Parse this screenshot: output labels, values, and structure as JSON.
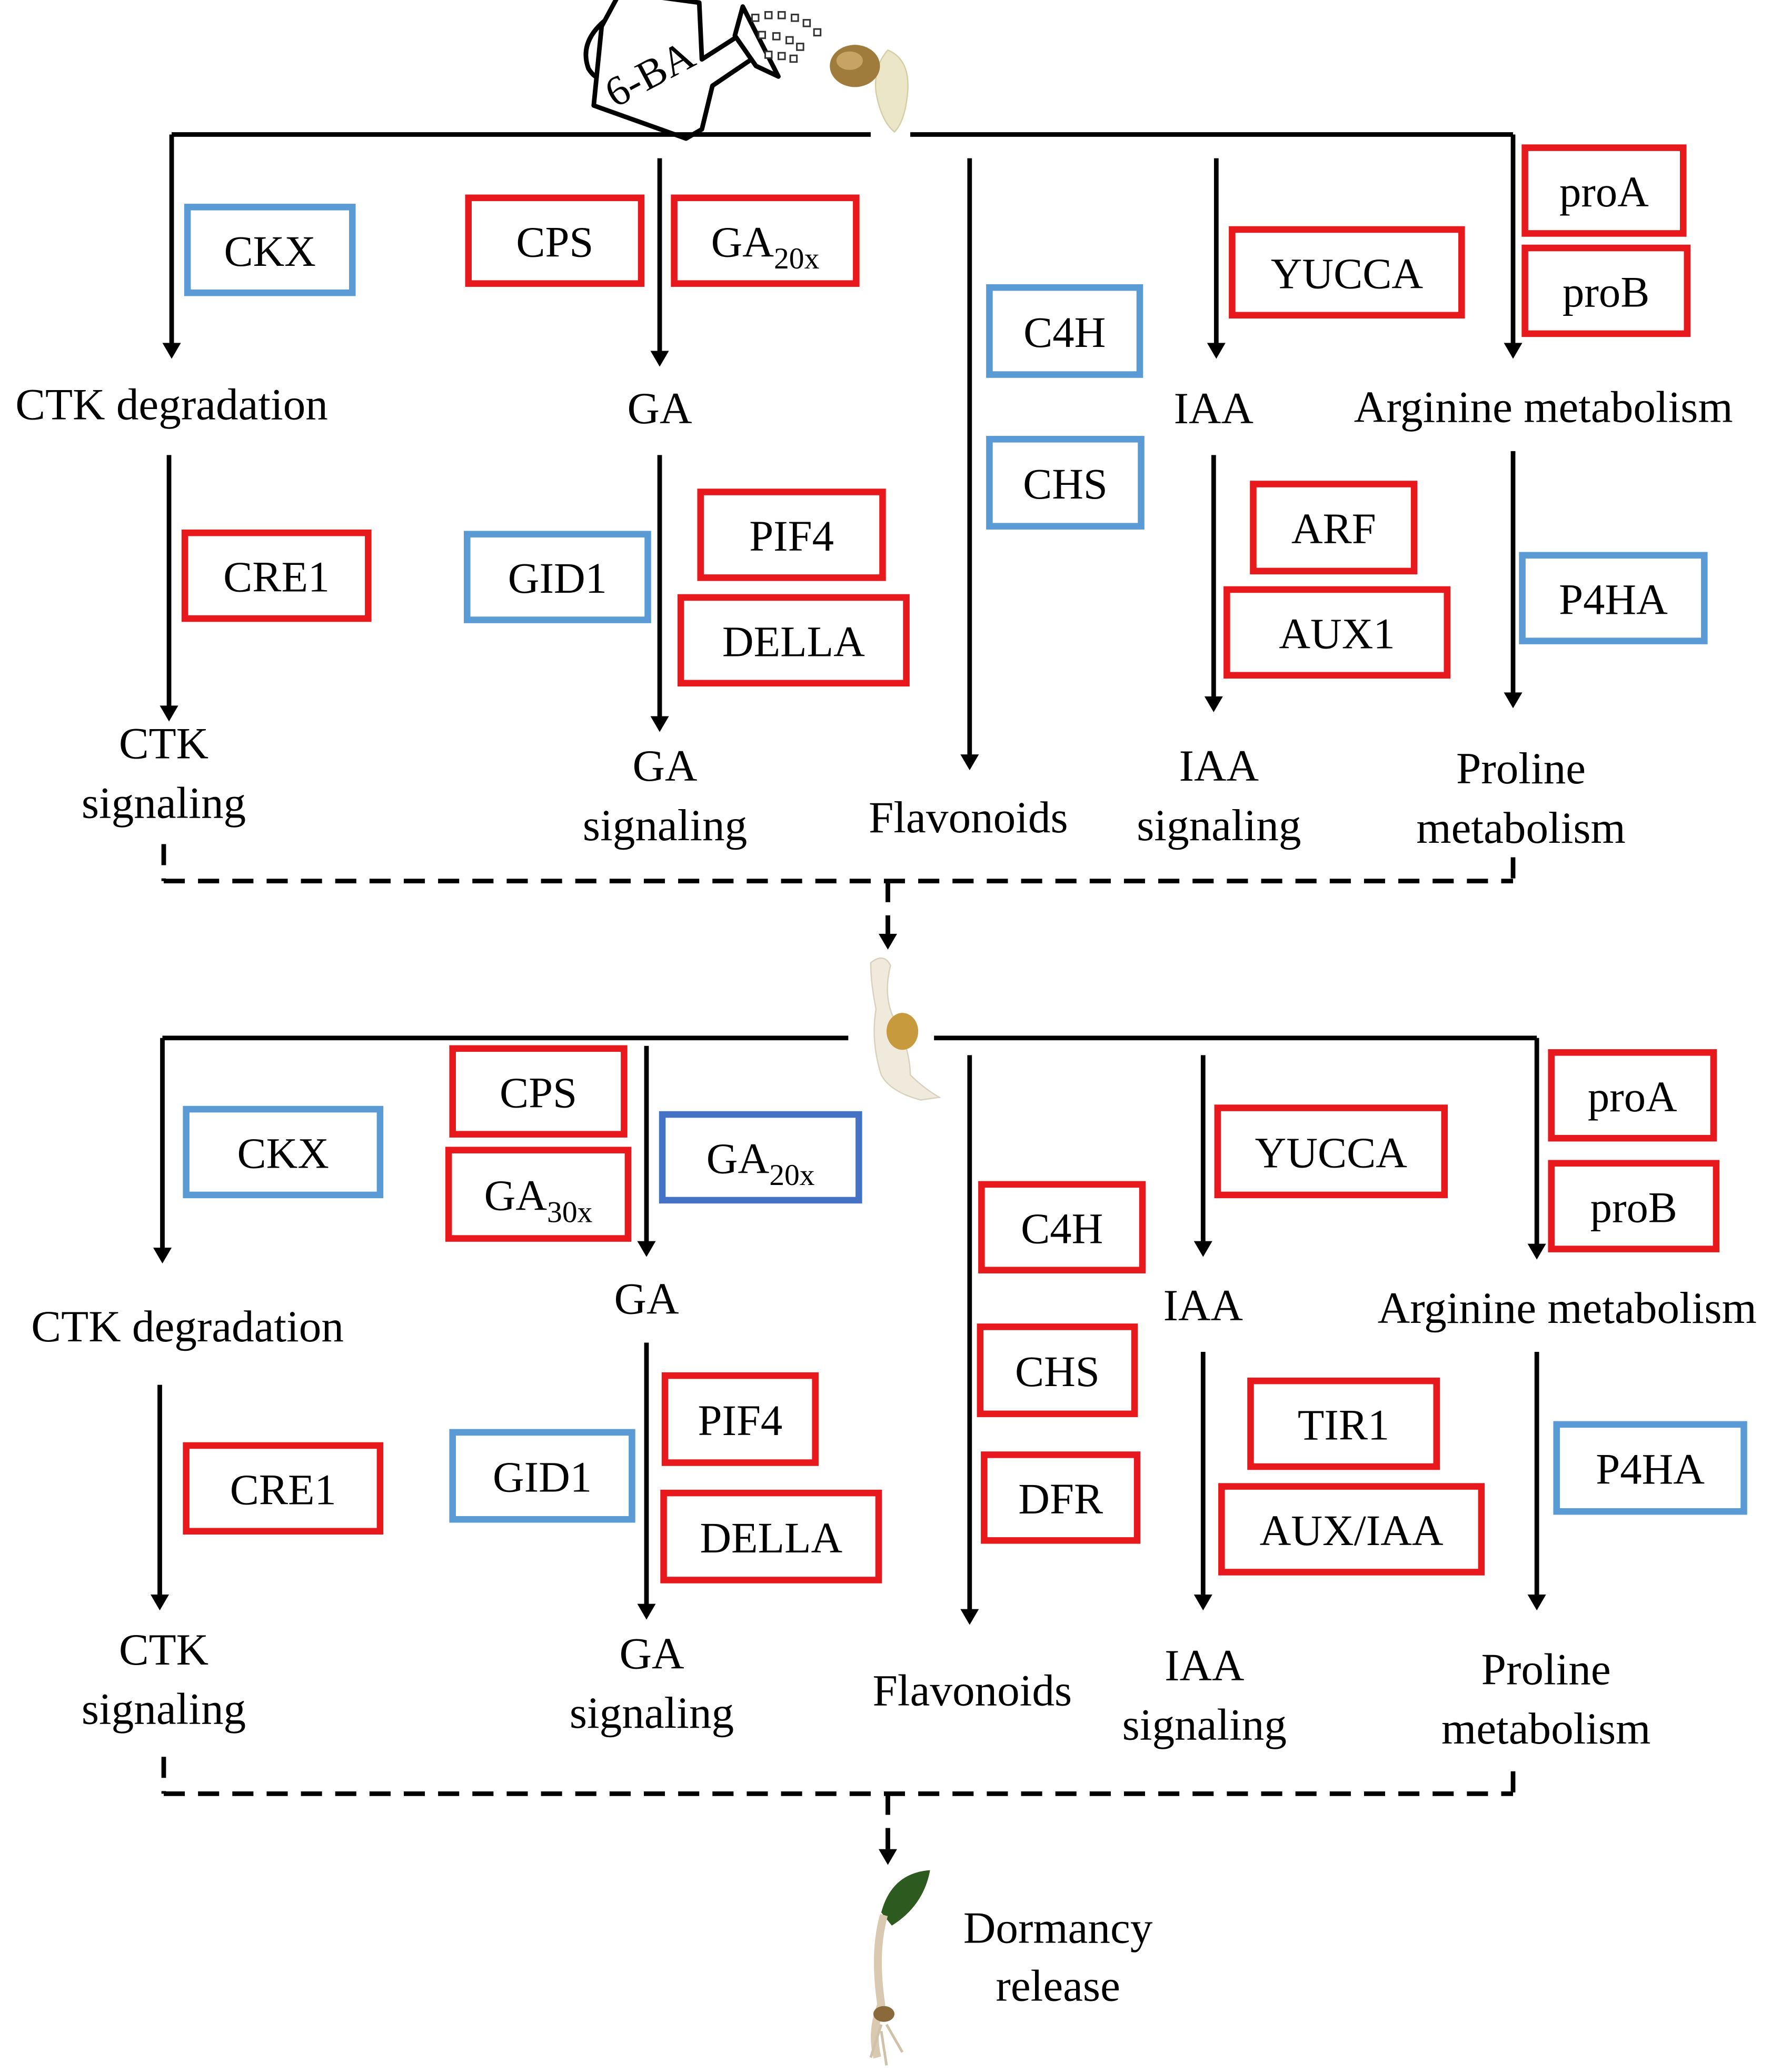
{
  "colors": {
    "up": "#e8191c",
    "down": "#5b9bd5",
    "down_dark": "#4472c4",
    "line": "#000000"
  },
  "treatment": {
    "label": "6-BA"
  },
  "stage1": {
    "genes": [
      {
        "id": "s1-ckx",
        "label": "CKX",
        "status": "down"
      },
      {
        "id": "s1-cps",
        "label": "CPS",
        "status": "up"
      },
      {
        "id": "s1-ga20x",
        "label": "GA",
        "sub": "20x",
        "status": "up"
      },
      {
        "id": "s1-c4h",
        "label": "C4H",
        "status": "down"
      },
      {
        "id": "s1-chs",
        "label": "CHS",
        "status": "down"
      },
      {
        "id": "s1-yucca",
        "label": "YUCCA",
        "status": "up"
      },
      {
        "id": "s1-proa",
        "label": "proA",
        "status": "up"
      },
      {
        "id": "s1-prob",
        "label": "proB",
        "status": "up"
      },
      {
        "id": "s1-cre1",
        "label": "CRE1",
        "status": "up"
      },
      {
        "id": "s1-gid1",
        "label": "GID1",
        "status": "down"
      },
      {
        "id": "s1-pif4",
        "label": "PIF4",
        "status": "up"
      },
      {
        "id": "s1-della",
        "label": "DELLA",
        "status": "up"
      },
      {
        "id": "s1-arf",
        "label": "ARF",
        "status": "up"
      },
      {
        "id": "s1-aux1",
        "label": "AUX1",
        "status": "up"
      },
      {
        "id": "s1-p4ha",
        "label": "P4HA",
        "status": "down"
      }
    ],
    "labels": [
      {
        "id": "s1-ctk-deg",
        "lines": [
          "CTK degradation"
        ]
      },
      {
        "id": "s1-ga",
        "lines": [
          "GA"
        ]
      },
      {
        "id": "s1-iaa",
        "lines": [
          "IAA"
        ]
      },
      {
        "id": "s1-arg",
        "lines": [
          "Arginine metabolism"
        ]
      },
      {
        "id": "s1-ctk-sig",
        "lines": [
          "CTK",
          "signaling"
        ]
      },
      {
        "id": "s1-ga-sig",
        "lines": [
          "GA",
          "signaling"
        ]
      },
      {
        "id": "s1-flav",
        "lines": [
          "Flavonoids"
        ]
      },
      {
        "id": "s1-iaa-sig",
        "lines": [
          "IAA",
          "signaling"
        ]
      },
      {
        "id": "s1-pro",
        "lines": [
          "Proline",
          "metabolism"
        ]
      }
    ]
  },
  "stage2": {
    "genes": [
      {
        "id": "s2-ckx",
        "label": "CKX",
        "status": "down"
      },
      {
        "id": "s2-cps",
        "label": "CPS",
        "status": "up"
      },
      {
        "id": "s2-ga30x",
        "label": "GA",
        "sub": "30x",
        "status": "up"
      },
      {
        "id": "s2-ga20x",
        "label": "GA",
        "sub": "20x",
        "status": "down_dark"
      },
      {
        "id": "s2-c4h",
        "label": "C4H",
        "status": "up"
      },
      {
        "id": "s2-chs",
        "label": "CHS",
        "status": "up"
      },
      {
        "id": "s2-dfr",
        "label": "DFR",
        "status": "up"
      },
      {
        "id": "s2-yucca",
        "label": "YUCCA",
        "status": "up"
      },
      {
        "id": "s2-proa",
        "label": "proA",
        "status": "up"
      },
      {
        "id": "s2-prob",
        "label": "proB",
        "status": "up"
      },
      {
        "id": "s2-cre1",
        "label": "CRE1",
        "status": "up"
      },
      {
        "id": "s2-gid1",
        "label": "GID1",
        "status": "down"
      },
      {
        "id": "s2-pif4",
        "label": "PIF4",
        "status": "up"
      },
      {
        "id": "s2-della",
        "label": "DELLA",
        "status": "up"
      },
      {
        "id": "s2-tir1",
        "label": "TIR1",
        "status": "up"
      },
      {
        "id": "s2-auxiaa",
        "label": "AUX/IAA",
        "status": "up"
      },
      {
        "id": "s2-p4ha",
        "label": "P4HA",
        "status": "down"
      }
    ],
    "labels": [
      {
        "id": "s2-ctk-deg",
        "lines": [
          "CTK degradation"
        ]
      },
      {
        "id": "s2-ga",
        "lines": [
          "GA"
        ]
      },
      {
        "id": "s2-iaa",
        "lines": [
          "IAA"
        ]
      },
      {
        "id": "s2-arg",
        "lines": [
          "Arginine metabolism"
        ]
      },
      {
        "id": "s2-ctk-sig",
        "lines": [
          "CTK",
          "signaling"
        ]
      },
      {
        "id": "s2-ga-sig",
        "lines": [
          "GA",
          "signaling"
        ]
      },
      {
        "id": "s2-flav",
        "lines": [
          "Flavonoids"
        ]
      },
      {
        "id": "s2-iaa-sig",
        "lines": [
          "IAA",
          "signaling"
        ]
      },
      {
        "id": "s2-pro",
        "lines": [
          "Proline",
          "metabolism"
        ]
      }
    ]
  },
  "outcome": {
    "lines": [
      "Dormancy",
      "release"
    ]
  }
}
